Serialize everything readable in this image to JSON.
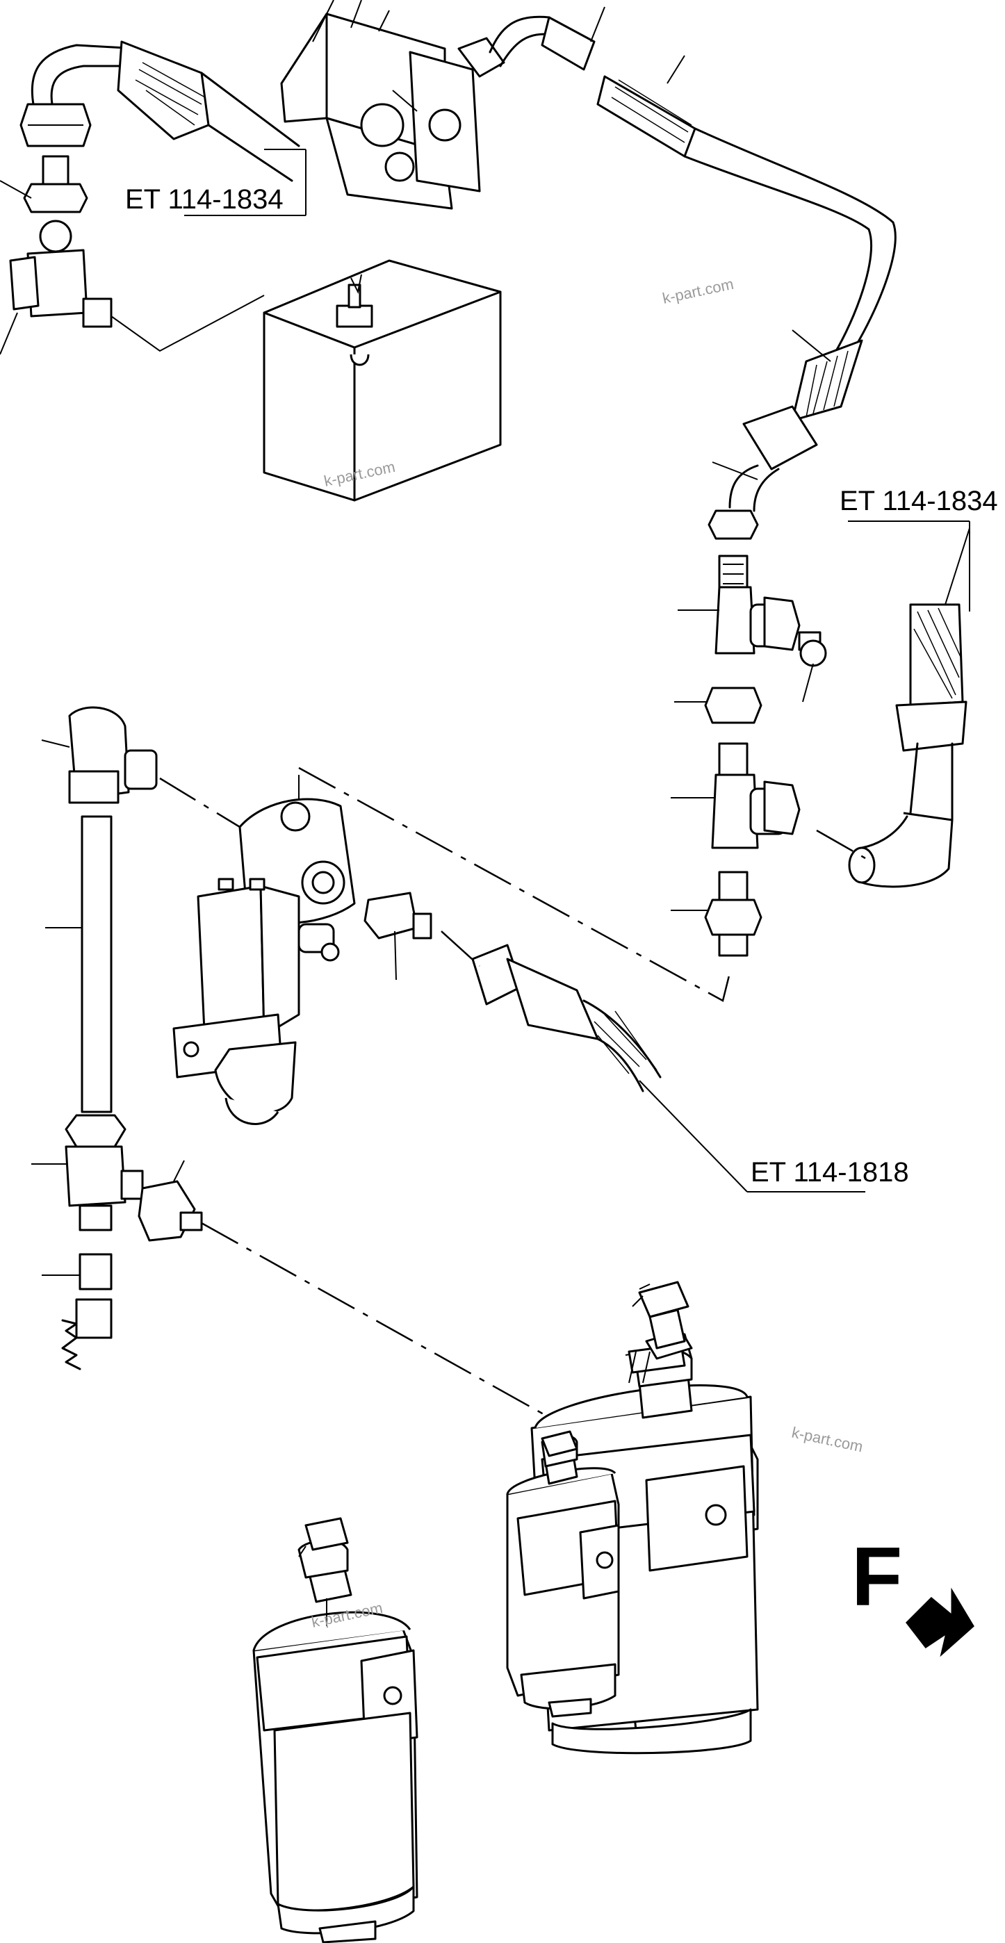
{
  "references": [
    {
      "id": "ref-top-left",
      "text": "ET 114-1834"
    },
    {
      "id": "ref-right",
      "text": "ET 114-1834"
    },
    {
      "id": "ref-bottom",
      "text": "ET 114-1818"
    }
  ],
  "watermarks": [
    "k-part.com",
    "k-part.com",
    "k-part.com",
    "k-part.com"
  ],
  "direction": {
    "letter": "F"
  }
}
